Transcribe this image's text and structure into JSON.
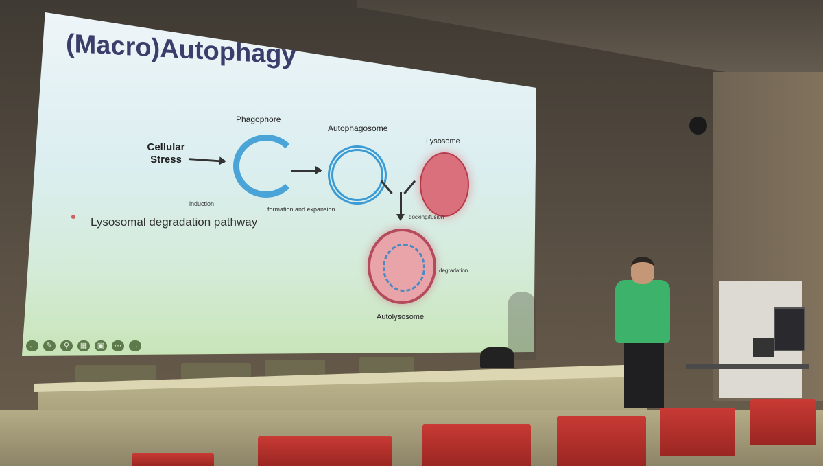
{
  "slide": {
    "title": "(Macro)Autophagy",
    "labels": {
      "cellular_stress": "Cellular Stress",
      "phagophore": "Phagophore",
      "autophagosome": "Autophagosome",
      "lysosome": "Lysosome",
      "autolysosome": "Autolysosome",
      "induction": "induction",
      "formation": "formation and expansion",
      "docking": "docking/fusion",
      "degradation": "degradation"
    },
    "bullet": "Lysosomal degradation pathway"
  },
  "toolbar": {
    "icons": [
      "back-arrow-icon",
      "pen-icon",
      "zoom-icon",
      "captions-icon",
      "video-off-icon",
      "more-icon",
      "forward-arrow-icon"
    ]
  },
  "colors": {
    "title": "#3b3d6b",
    "phagophore": "#4aa4d8",
    "lysosome": "#d9707c",
    "shirt": "#3db26a",
    "seats": "#c93a34"
  },
  "clock": {
    "readout": ""
  }
}
